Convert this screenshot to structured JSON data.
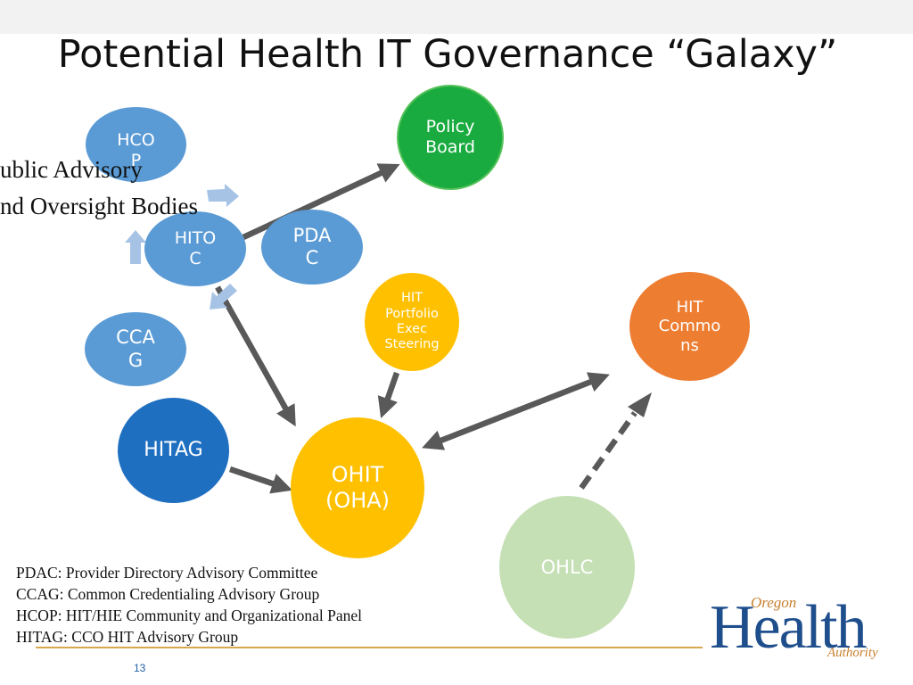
{
  "title": "Potential Health IT Governance “Galaxy”",
  "nodes": {
    "policy_board": {
      "label": "Policy\nBoard",
      "color": "#19ab3f"
    },
    "hcop": {
      "label": "HCO\nP",
      "color": "#5b9bd5"
    },
    "hitoc": {
      "label": "HITO\nC",
      "color": "#5b9bd5"
    },
    "pdac": {
      "label": "PDA\nC",
      "color": "#5b9bd5"
    },
    "ccag": {
      "label": "CCA\nG",
      "color": "#5b9bd5"
    },
    "hitag": {
      "label": "HITAG",
      "color": "#1f6fc1"
    },
    "hit_portfolio": {
      "label": "HIT\nPortfolio\nExec\nSteering",
      "color": "#ffc000"
    },
    "hit_commons": {
      "label": "HIT\nCommo\nns",
      "color": "#ed7d31"
    },
    "ohit": {
      "label": "OHIT\n(OHA)",
      "color": "#ffc000"
    },
    "ohlc": {
      "label": "OHLC",
      "color": "#c5e0b4"
    }
  },
  "overlay": {
    "public_advisory": "ublic Advisory\nnd Oversight Bodies"
  },
  "legend": [
    "PDAC: Provider Directory Advisory Committee",
    "CCAG: Common Credentialing Advisory Group",
    "HCOP: HIT/HIE Community and Organizational Panel",
    "HITAG: CCO HIT Advisory Group"
  ],
  "page_number": "13",
  "logo": {
    "top": "Oregon",
    "main": "Health",
    "bottom": "Authority"
  },
  "colors": {
    "arrow": "#595959",
    "cycle_arrow": "#a6c3e6"
  }
}
